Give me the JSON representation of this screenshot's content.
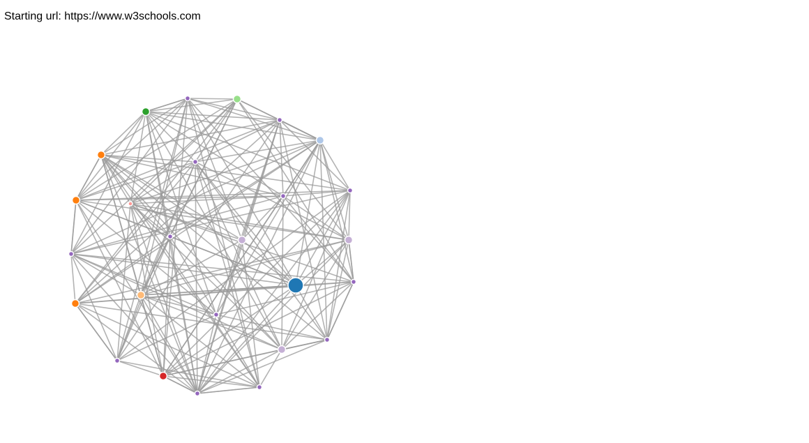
{
  "header": {
    "starting_url_text": "Starting url: https://www.w3schools.com"
  },
  "graph": {
    "link_color": "#999999",
    "node_stroke_color": "#ffffff",
    "nodes": [
      {
        "id": "n0",
        "group": "purple",
        "color": "#9467bd",
        "size": "small"
      },
      {
        "id": "n1",
        "group": "light-green",
        "color": "#98df8a",
        "size": "medium"
      },
      {
        "id": "n2",
        "group": "purple",
        "color": "#9467bd",
        "size": "small"
      },
      {
        "id": "n3",
        "group": "light-blue",
        "color": "#aec7e8",
        "size": "medium"
      },
      {
        "id": "n4",
        "group": "purple",
        "color": "#9467bd",
        "size": "small"
      },
      {
        "id": "n5",
        "group": "lavender",
        "color": "#c5b0d5",
        "size": "medium"
      },
      {
        "id": "n6",
        "group": "purple",
        "color": "#9467bd",
        "size": "small"
      },
      {
        "id": "n7",
        "group": "purple",
        "color": "#9467bd",
        "size": "small"
      },
      {
        "id": "n8",
        "group": "lavender",
        "color": "#c5b0d5",
        "size": "medium"
      },
      {
        "id": "n9",
        "group": "purple",
        "color": "#9467bd",
        "size": "small"
      },
      {
        "id": "n10",
        "group": "purple",
        "color": "#9467bd",
        "size": "small"
      },
      {
        "id": "n11",
        "group": "red",
        "color": "#d62728",
        "size": "medium"
      },
      {
        "id": "n12",
        "group": "purple",
        "color": "#9467bd",
        "size": "small"
      },
      {
        "id": "n13",
        "group": "orange",
        "color": "#ff7f0e",
        "size": "medium"
      },
      {
        "id": "n14",
        "group": "purple",
        "color": "#9467bd",
        "size": "small"
      },
      {
        "id": "n15",
        "group": "orange",
        "color": "#ff7f0e",
        "size": "medium"
      },
      {
        "id": "n16",
        "group": "orange",
        "color": "#ff7f0e",
        "size": "medium"
      },
      {
        "id": "n17",
        "group": "green",
        "color": "#2ca02c",
        "size": "medium"
      },
      {
        "id": "n18",
        "group": "purple",
        "color": "#9467bd",
        "size": "small"
      },
      {
        "id": "n19",
        "group": "purple",
        "color": "#9467bd",
        "size": "small"
      },
      {
        "id": "n20",
        "group": "purple",
        "color": "#9467bd",
        "size": "small"
      },
      {
        "id": "n21",
        "group": "purple",
        "color": "#9467bd",
        "size": "small"
      },
      {
        "id": "n22",
        "group": "lavender",
        "color": "#c5b0d5",
        "size": "medium"
      },
      {
        "id": "n23",
        "group": "pink",
        "color": "#ff9896",
        "size": "tiny"
      },
      {
        "id": "n24",
        "group": "light-orange",
        "color": "#ffbb78",
        "size": "medium"
      },
      {
        "id": "n25",
        "group": "blue",
        "color": "#1f77b4",
        "size": "large"
      }
    ]
  }
}
